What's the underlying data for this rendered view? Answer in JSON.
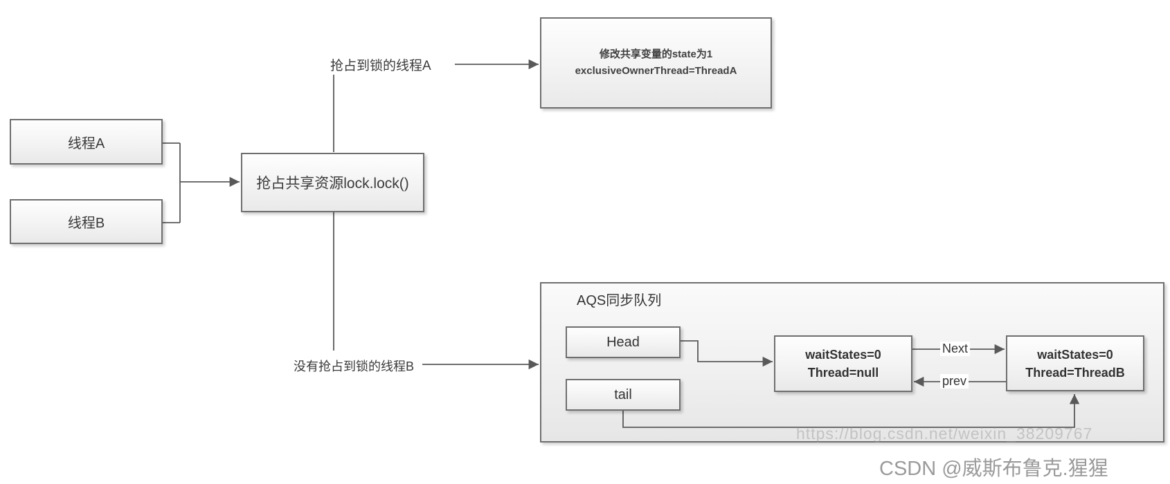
{
  "diagram": {
    "thread_a_box": "线程A",
    "thread_b_box": "线程B",
    "lock_box": "抢占共享资源lock.lock()",
    "label_thread_a": "抢占到锁的线程A",
    "label_thread_b": "没有抢占到锁的线程B",
    "state_box": {
      "line1": "修改共享变量的state为1",
      "line2": "exclusiveOwnerThread=ThreadA"
    },
    "aqs": {
      "title": "AQS同步队列",
      "head_box": "Head",
      "tail_box": "tail",
      "node_null": {
        "line1": "waitStates=0",
        "line2": "Thread=null"
      },
      "node_threadb": {
        "line1": "waitStates=0",
        "line2": "Thread=ThreadB"
      },
      "edge_next": "Next",
      "edge_prev": "prev"
    }
  },
  "watermark": {
    "url_text": "https://blog.csdn.net/weixin_38209767",
    "credit": "CSDN @威斯布鲁克.猩猩"
  },
  "colors": {
    "line": "#595959",
    "box_border": "#6e6e6e",
    "watermark_url": "#969696",
    "watermark_credit": "#9a9a9a"
  }
}
